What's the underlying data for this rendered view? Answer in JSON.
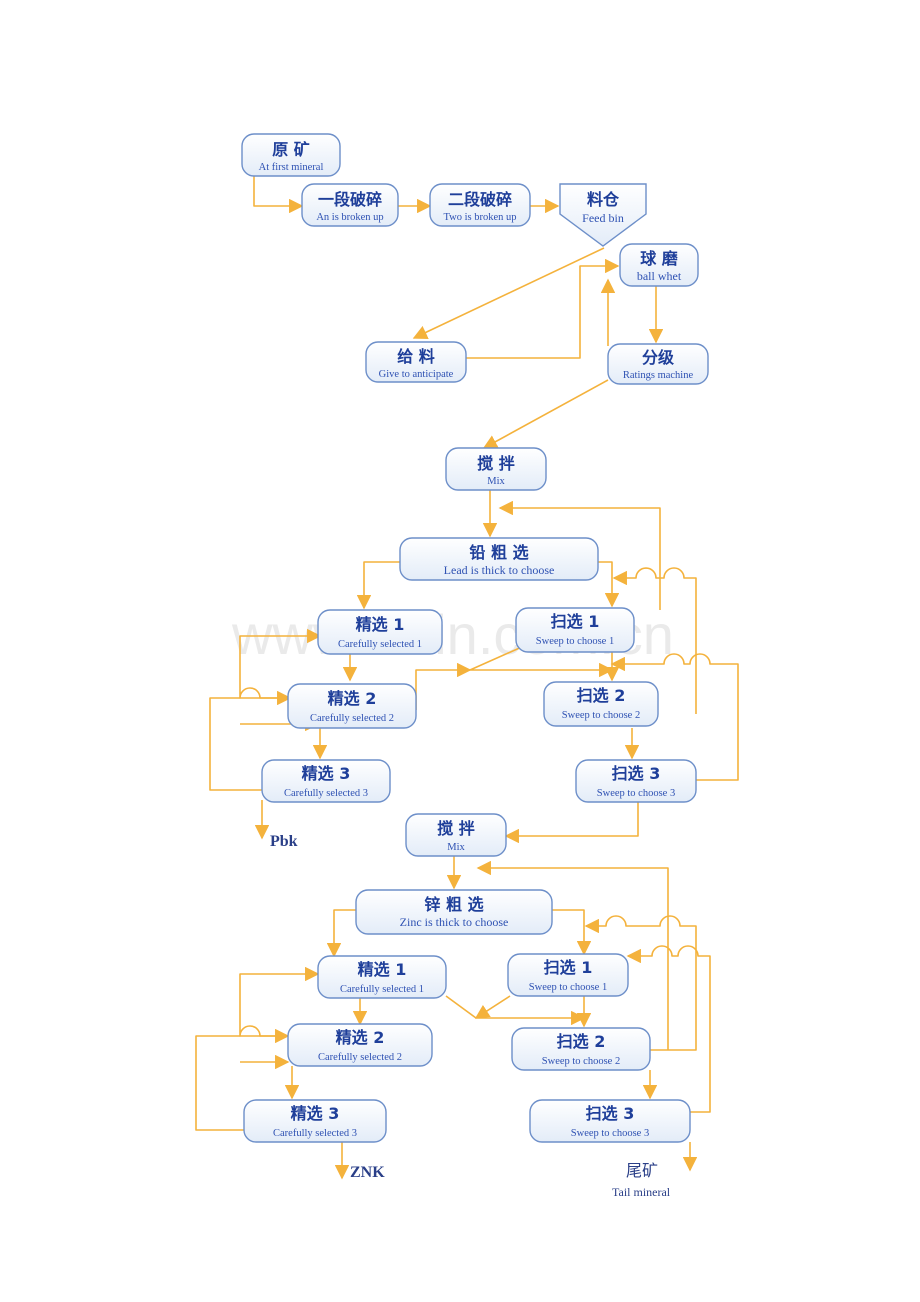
{
  "watermark": "www.zixin.com.cn",
  "nodes": {
    "raw_ore": {
      "zh": "原  矿",
      "en": "At first mineral"
    },
    "crush_1": {
      "zh": "一段破碎",
      "en": "An is broken up"
    },
    "crush_2": {
      "zh": "二段破碎",
      "en": "Two is broken up"
    },
    "feed_bin": {
      "zh": "料仓",
      "en": "Feed bin"
    },
    "ball_mill": {
      "zh": "球  磨",
      "en": "ball  whet"
    },
    "feeder": {
      "zh": "给  料",
      "en": "Give to anticipate"
    },
    "classifier": {
      "zh": "分级",
      "en": "Ratings  machine"
    },
    "mix_1": {
      "zh": "搅  拌",
      "en": "Mix"
    },
    "lead_rough": {
      "zh": "铅  粗  选",
      "en": "Lead is thick to choose"
    },
    "lead_clean_1": {
      "zh": "精选 1",
      "en": "Carefully selected 1"
    },
    "lead_scav_1": {
      "zh": "扫选 1",
      "en": "Sweep to choose 1"
    },
    "lead_clean_2": {
      "zh": "精选 2",
      "en": "Carefully selected 2"
    },
    "lead_scav_2": {
      "zh": "扫选 2",
      "en": "Sweep to choose 2"
    },
    "lead_clean_3": {
      "zh": "精选 3",
      "en": "Carefully selected 3"
    },
    "lead_scav_3": {
      "zh": "扫选 3",
      "en": "Sweep to choose 3"
    },
    "mix_2": {
      "zh": "搅  拌",
      "en": "Mix"
    },
    "zinc_rough": {
      "zh": "锌  粗  选",
      "en": "Zinc is thick to choose"
    },
    "zinc_clean_1": {
      "zh": "精选 1",
      "en": "Carefully selected 1"
    },
    "zinc_scav_1": {
      "zh": "扫选 1",
      "en": "Sweep to choose 1"
    },
    "zinc_clean_2": {
      "zh": "精选 2",
      "en": "Carefully selected 2"
    },
    "zinc_scav_2": {
      "zh": "扫选 2",
      "en": "Sweep to choose 2"
    },
    "zinc_clean_3": {
      "zh": "精选 3",
      "en": "Carefully selected 3"
    },
    "zinc_scav_3": {
      "zh": "扫选 3",
      "en": "Sweep to choose 3"
    }
  },
  "outputs": {
    "pbk": "Pbk",
    "znk": "ZNK",
    "tail_zh": "尾矿",
    "tail_en": "Tail mineral"
  },
  "colors": {
    "box_fill_top": "#ffffff",
    "box_fill_bottom": "#e3ecf8",
    "box_stroke": "#6d8fc9",
    "text_primary": "#1f3f9a",
    "flow_line": "#f4b23c"
  }
}
